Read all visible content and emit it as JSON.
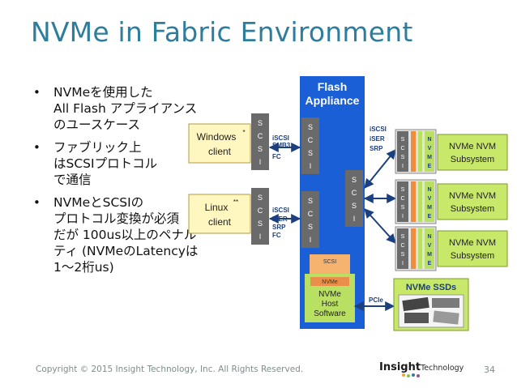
{
  "title": "NVMe in Fabric Environment",
  "bullets": [
    "NVMeを使用した\nAll Flash アプライアンス\nのユースケース",
    "ファブリック上\nはSCSIプロトコル\nで通信",
    "NVMeとSCSIの\nプロトコル変換が必須\nだが 100us以上のペナル\nティ (NVMeのLatencyは\n 1〜2桁us)"
  ],
  "diagram": {
    "flash_appliance": [
      "Flash",
      "Appliance"
    ],
    "windows_client": [
      "Windows",
      "client"
    ],
    "windows_mark": "*",
    "linux_client": [
      "Linux",
      "client"
    ],
    "linux_mark": "**",
    "scsi_letters": [
      "S",
      "C",
      "S",
      "I"
    ],
    "nvme_letters": [
      "N",
      "V",
      "M",
      "E"
    ],
    "protocols_windows": [
      "iSCSI",
      "SMB3",
      "FC"
    ],
    "protocols_linux": [
      "iSCSI",
      "iSER",
      "SRP",
      "FC"
    ],
    "protocols_targets": [
      "iSCSI",
      "iSER",
      "SRP"
    ],
    "subsystem_label": [
      "NVMe NVM",
      "Subsystem"
    ],
    "stack_scsi": "SCSI",
    "stack_nvme": "NVMe",
    "host_software": [
      "NVMe",
      "Host",
      "Software"
    ],
    "pcie": "PCIe",
    "nvme_ssds": "NVMe SSDs"
  },
  "footer": "Copyright © 2015 Insight Technology, Inc. All Rights Reserved.",
  "page_number": "34",
  "logo": {
    "bold": "Insight",
    "rest": "Technology"
  },
  "colors": {
    "title": "#2e7d9c",
    "appliance": "#1b5fd6",
    "scsi_box": "#6a6a6a",
    "client_box": "#fff7bf",
    "subsystem_box": "#c8e86a",
    "nvme_strip": "#f08c3a",
    "arrow": "#1c3f80"
  }
}
